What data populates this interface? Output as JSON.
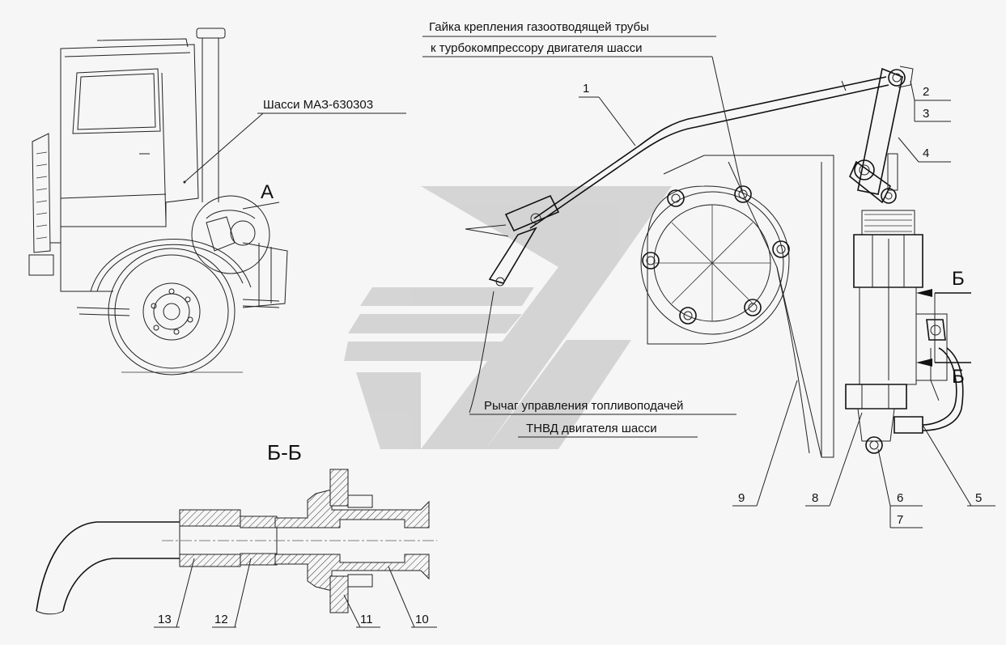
{
  "labels": {
    "chassis": "Шасси МАЗ-630303",
    "view_a": "А",
    "nut_line1": "Гайка крепления газоотводящей трубы",
    "nut_line2": "к турбокомпрессору двигателя шасси",
    "lever_line1": "Рычаг управления топливоподачей",
    "lever_line2": "ТНВД двигателя шасси",
    "section_title": "Б-Б",
    "section_mark_top": "Б",
    "section_mark_bottom": "Б"
  },
  "callouts": {
    "c1": "1",
    "c2": "2",
    "c3": "3",
    "c4": "4",
    "c5": "5",
    "c6": "6",
    "c7": "7",
    "c8": "8",
    "c9": "9",
    "c10": "10",
    "c11": "11",
    "c12": "12",
    "c13": "13"
  },
  "colors": {
    "line": "#222222",
    "background": "#f6f6f6",
    "watermark": "#c8c8c8"
  }
}
